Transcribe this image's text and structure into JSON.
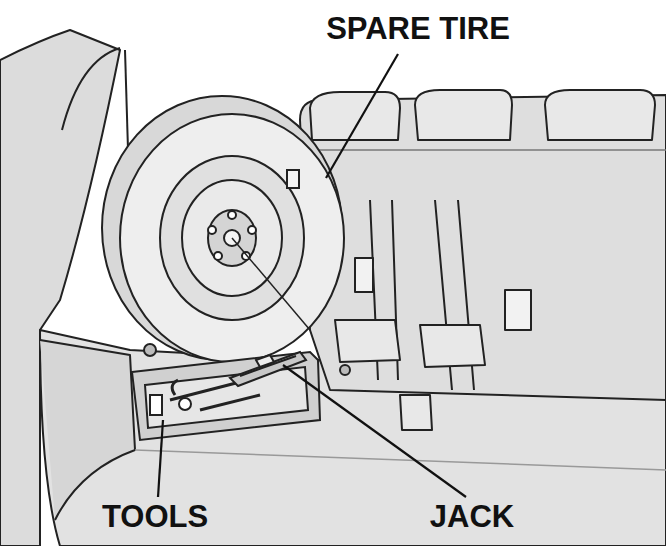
{
  "diagram": {
    "labels": [
      "SPARE TIRE",
      "TOOLS",
      "JACK"
    ]
  }
}
